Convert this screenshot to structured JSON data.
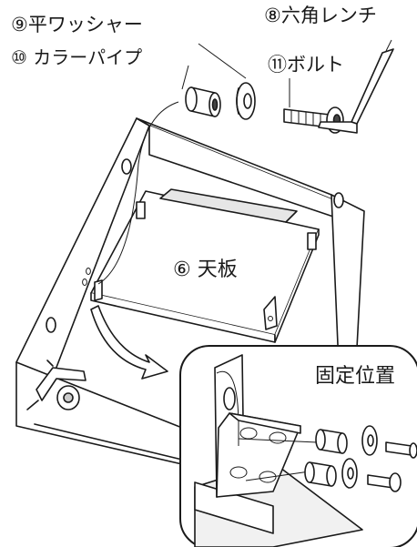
{
  "labels": {
    "washer": "⑨平ワッシャー",
    "hex_wrench": "⑧六角レンチ",
    "collar_pipe": "⑩ カラーパイプ",
    "bolt": "⑪ボルト",
    "top_board": "⑥ 天板",
    "fixing_position": "固定位置"
  }
}
